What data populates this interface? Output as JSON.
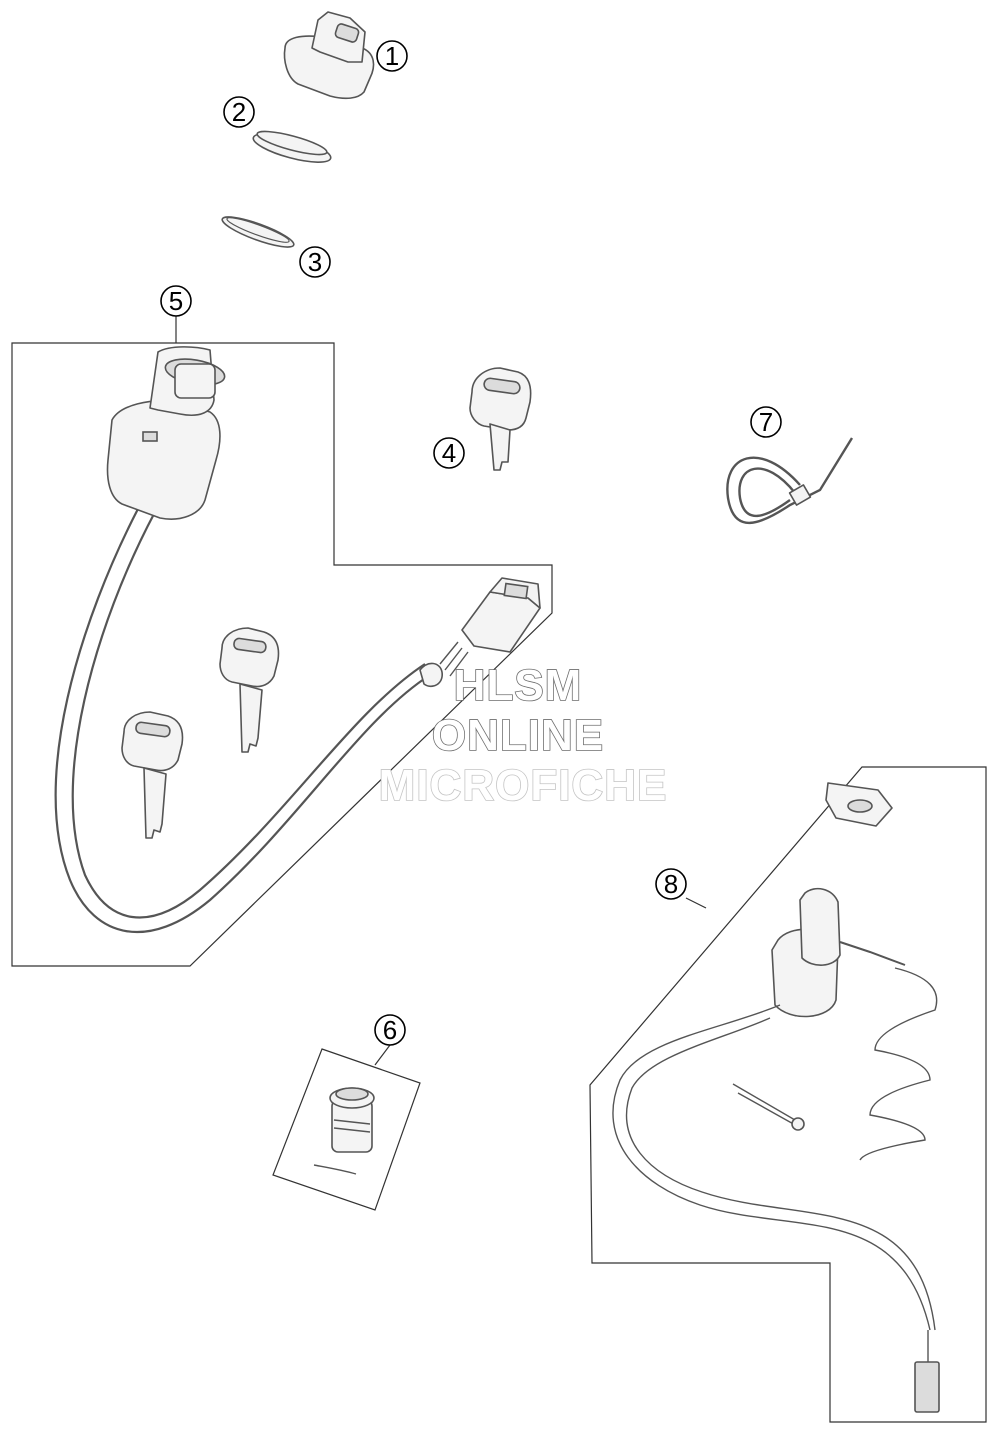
{
  "callouts": [
    {
      "label": "1"
    },
    {
      "label": "2"
    },
    {
      "label": "3"
    },
    {
      "label": "4"
    },
    {
      "label": "5"
    },
    {
      "label": "6"
    },
    {
      "label": "7"
    },
    {
      "label": "8"
    }
  ],
  "watermark": {
    "line1": "HLSM",
    "line2": "ONLINE",
    "line3": "MICROFICHE"
  }
}
